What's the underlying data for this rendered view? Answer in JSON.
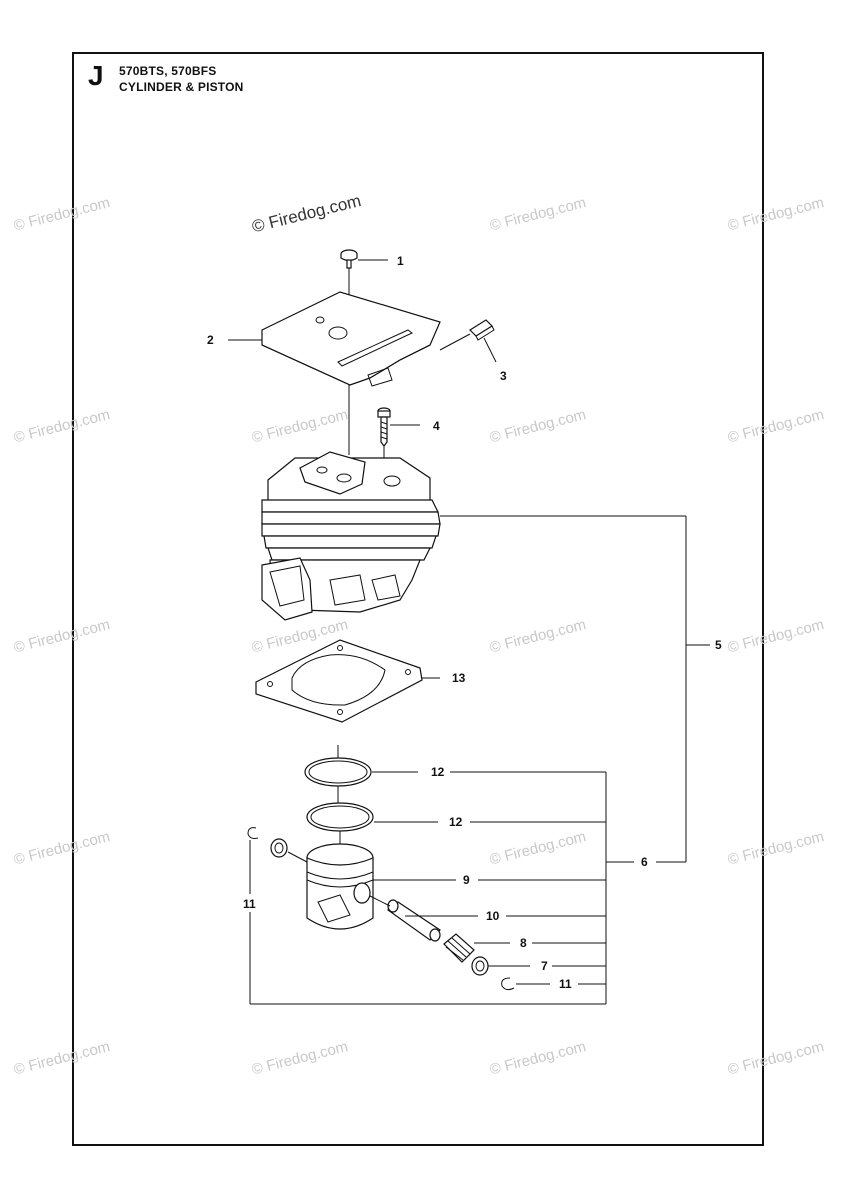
{
  "header": {
    "section_letter": "J",
    "model": "570BTS, 570BFS",
    "title": "CYLINDER & PISTON"
  },
  "watermark": {
    "text": "© Firedog.com"
  },
  "callouts": [
    "1",
    "2",
    "3",
    "4",
    "5",
    "6",
    "7",
    "8",
    "9",
    "10",
    "11",
    "11",
    "12",
    "12",
    "13"
  ],
  "parts": [
    {
      "ref": "1",
      "name": "screw"
    },
    {
      "ref": "2",
      "name": "cover-plate"
    },
    {
      "ref": "3",
      "name": "clip"
    },
    {
      "ref": "4",
      "name": "bolt"
    },
    {
      "ref": "5",
      "name": "cylinder-assembly"
    },
    {
      "ref": "6",
      "name": "piston-kit"
    },
    {
      "ref": "7",
      "name": "washer"
    },
    {
      "ref": "8",
      "name": "needle-bearing"
    },
    {
      "ref": "9",
      "name": "piston"
    },
    {
      "ref": "10",
      "name": "piston-pin"
    },
    {
      "ref": "11",
      "name": "circlip"
    },
    {
      "ref": "12",
      "name": "piston-ring"
    },
    {
      "ref": "13",
      "name": "cylinder-gasket"
    }
  ]
}
